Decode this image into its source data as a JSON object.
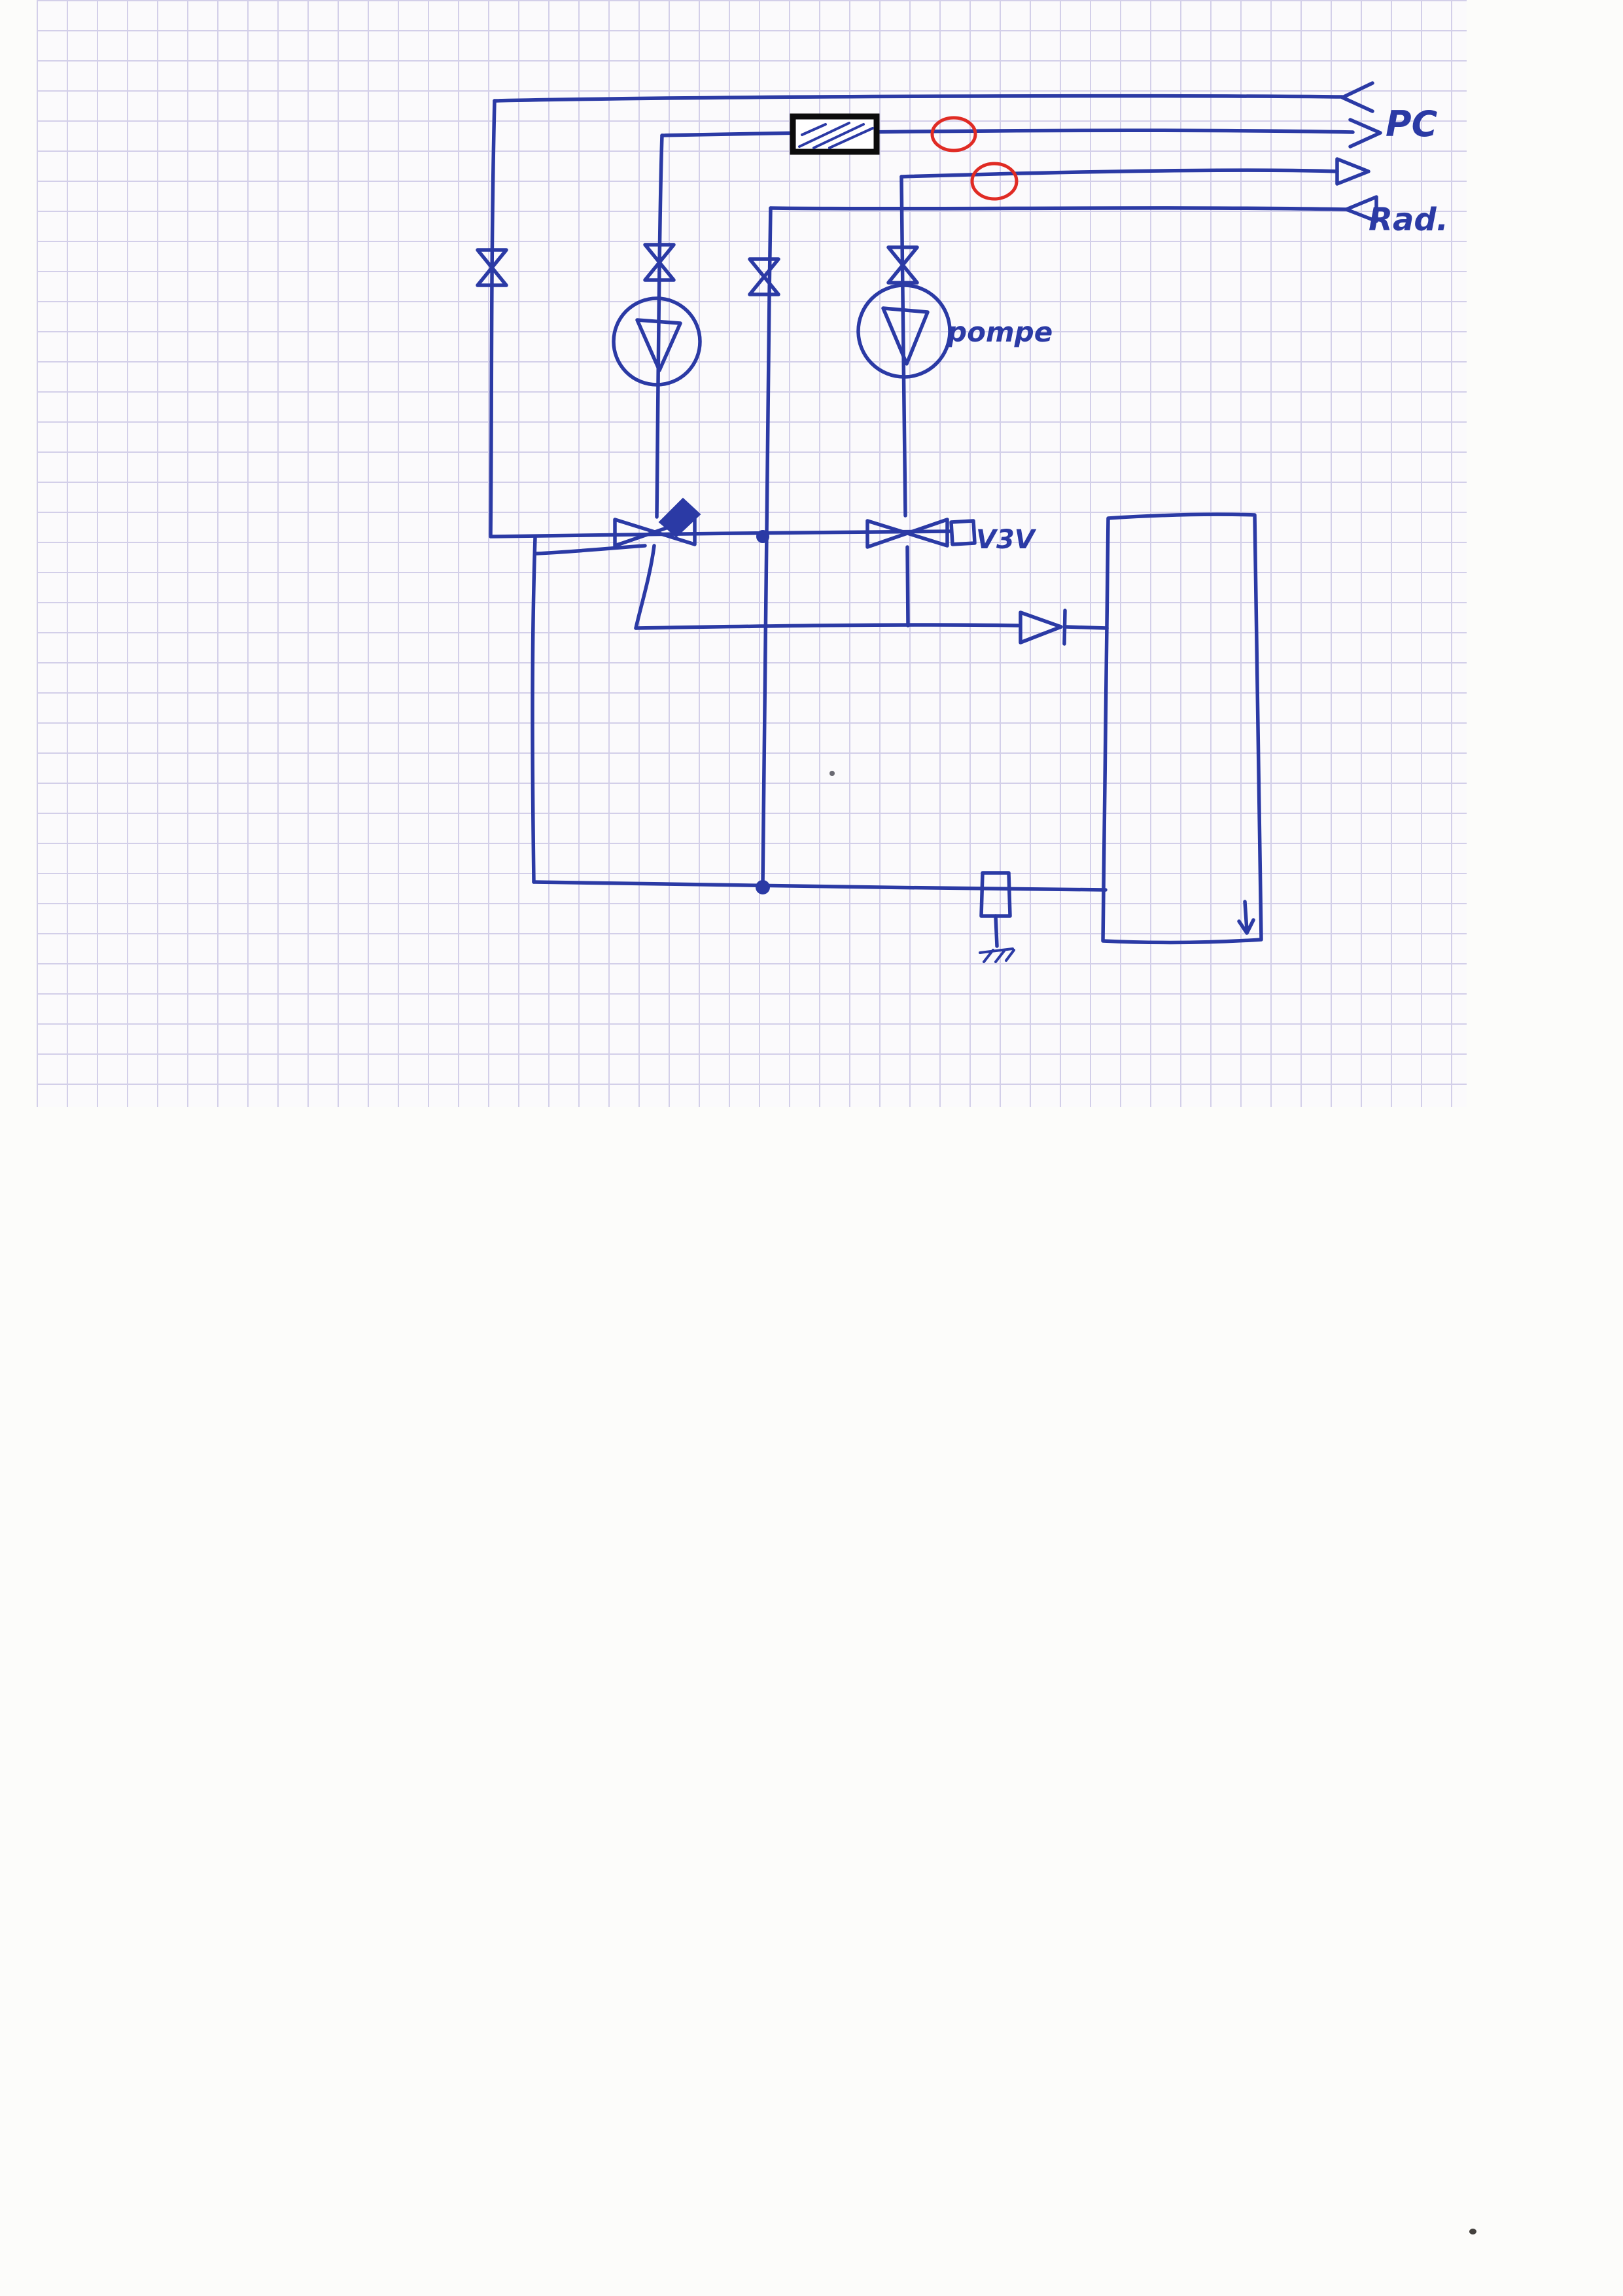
{
  "colors": {
    "ink_blue": "#2b3aa5",
    "grid_line": "#cdc8e7",
    "annotation_red": "#e02b24",
    "marker_black": "#0c0c0c",
    "paper": "#fcfcfa"
  },
  "labels": {
    "outlet_top": "PC",
    "outlet_bottom": "Rad.",
    "pump": "pompe",
    "three_way_valve": "V3V"
  }
}
